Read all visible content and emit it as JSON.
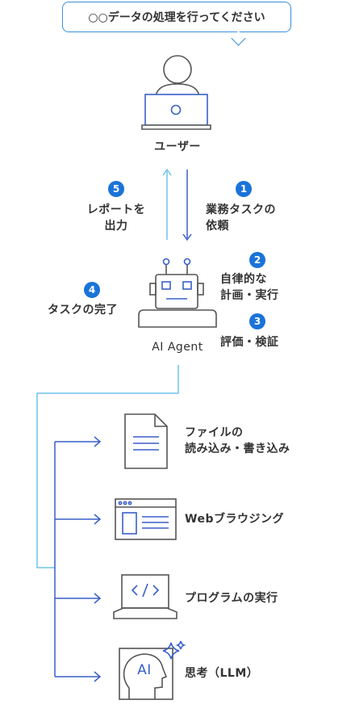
{
  "request_bubble": "○○データの処理を行ってください",
  "user_label": "ユーザー",
  "agent_label": "AI Agent",
  "steps": [
    {
      "num": "1",
      "lines": [
        "業務タスクの",
        "依頼"
      ]
    },
    {
      "num": "2",
      "lines": [
        "自律的な",
        "計画・実行"
      ]
    },
    {
      "num": "3",
      "lines": [
        "評価・検証"
      ]
    },
    {
      "num": "4",
      "lines": [
        "タスクの完了"
      ]
    },
    {
      "num": "5",
      "lines": [
        "レポートを",
        "出力"
      ]
    }
  ],
  "tools": [
    {
      "icon": "document-icon",
      "lines": [
        "ファイルの",
        "読み込み・書き込み"
      ]
    },
    {
      "icon": "browser-icon",
      "lines": [
        "Webブラウジング"
      ]
    },
    {
      "icon": "laptop-code-icon",
      "lines": [
        "プログラムの実行"
      ]
    },
    {
      "icon": "ai-head-icon",
      "lines": [
        "思考（LLM）"
      ]
    }
  ],
  "colors": {
    "badge": "#1a73d9",
    "arrow_dark": "#3a5fc9",
    "arrow_light": "#6fc3e8",
    "icon_stroke": "#555555"
  }
}
